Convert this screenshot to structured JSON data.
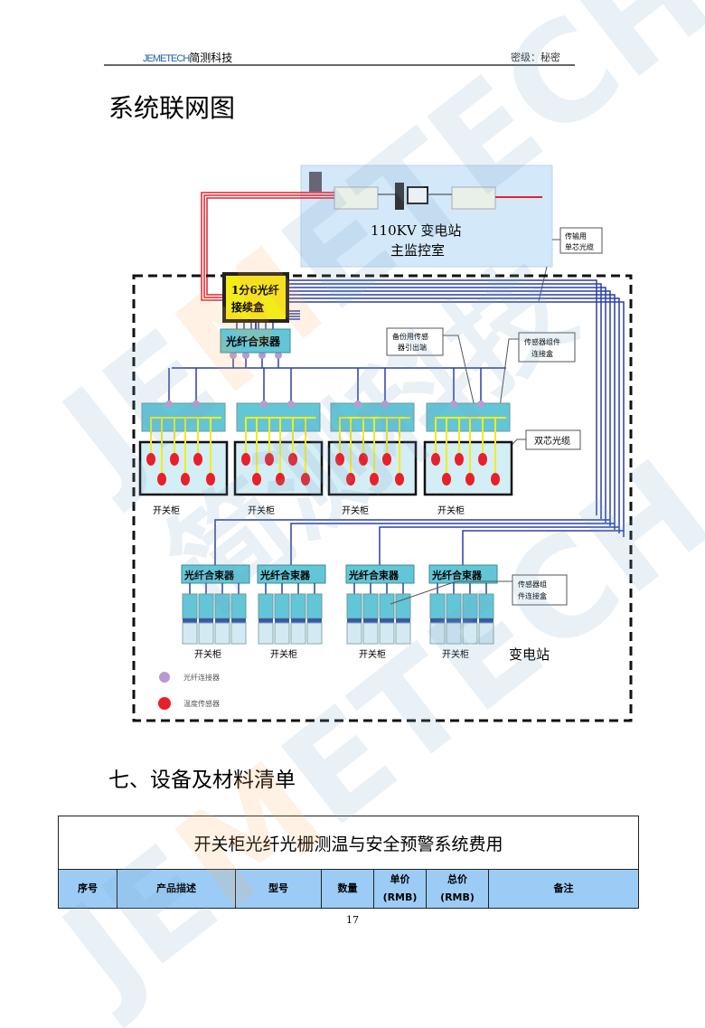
{
  "header": {
    "logo_brand": "JEMETECH",
    "logo_cn": "简测科技",
    "secrecy": "密级：秘密"
  },
  "page_title": "系统联网图",
  "diagram": {
    "control_room_line1": "110KV 变电站",
    "control_room_line2": "主监控室",
    "transmission_cable_line1": "传输用",
    "transmission_cable_line2": "单芯光缆",
    "splice_box_line1": "1分6光纤",
    "splice_box_line2": "接续盒",
    "combiner": "光纤合束器",
    "backup_line1": "备份用传感",
    "backup_line2": "器引出端",
    "sensor_box_line1": "传感器组件",
    "sensor_box_line2": "连接盒",
    "dual_cable": "双芯光缆",
    "switchgear": "开关柜",
    "sensor_box2_line1": "传感器组",
    "sensor_box2_line2": "件连接盒",
    "substation": "变电站",
    "legend_connector": "光纤连接器",
    "legend_sensor": "温度传感器",
    "colors": {
      "fiber": "#2a3fa8",
      "red_cable": "#e8212a",
      "sensor": "#e8202a",
      "connector": "#b99ad0",
      "teal": "#63c6d6",
      "yellow": "#f4ec1a"
    }
  },
  "section_title": "七、设备及材料清单",
  "table": {
    "title": "开关柜光纤光栅测温与安全预警系统费用",
    "headers": [
      "序号",
      "产品描述",
      "型号",
      "数量",
      "单价",
      "(RMB)",
      "总价",
      "(RMB)",
      "备注"
    ]
  },
  "page_number": "17",
  "watermark": {
    "brand": "JEMETECH",
    "cn": "简测科技"
  }
}
